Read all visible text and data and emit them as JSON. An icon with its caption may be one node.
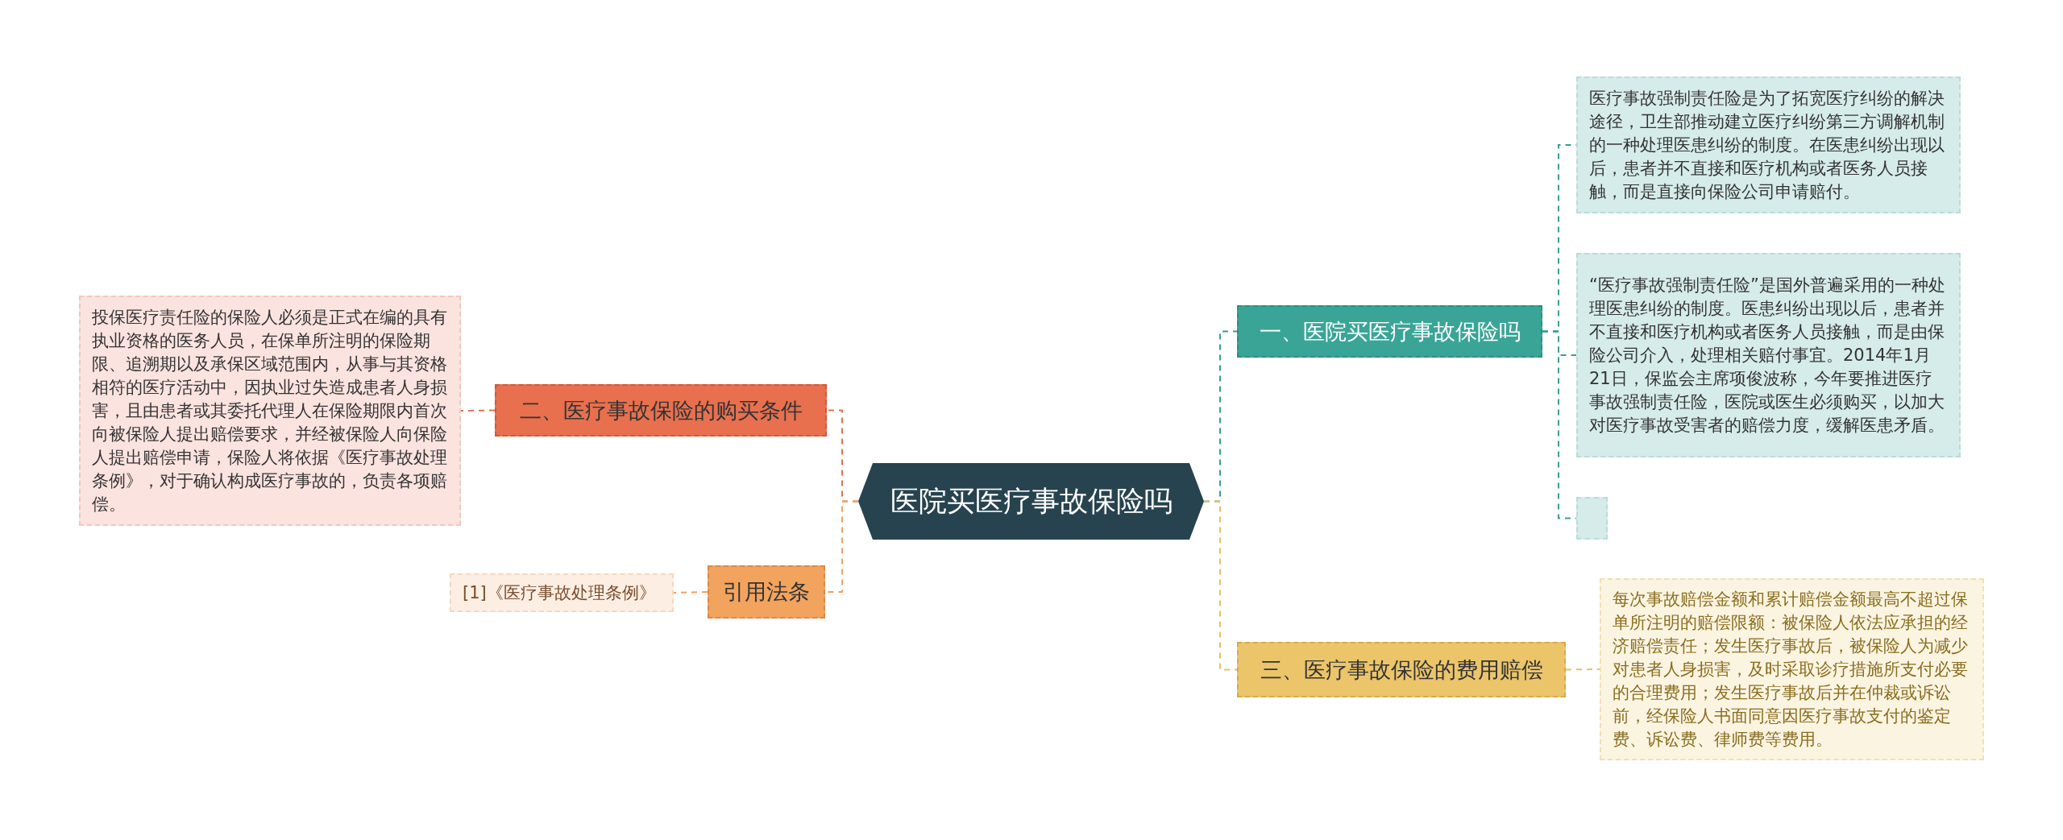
{
  "diagram": {
    "nodes": [
      {
        "text": [
          "医院买医疗事故保险吗"
        ]
      },
      {
        "text": [
          "一、医院买医疗事故保险吗"
        ]
      },
      {
        "text": [
          "医疗事故强制责任险是为了拓宽医疗纠纷的解决途径，卫生部推动建立医疗纠纷第三方调解机制的一种处理医患纠纷的制度。在医患纠纷出现以后，患者并不直接和医疗机构或者医务人员接触，而是直接向保险公司申请赔付。"
        ]
      },
      {
        "text": [
          "“医疗事故强制责任险”是国外普遍采用的一种处理医患纠纷的制度。医患纠纷出现以后，患者并不直接和医疗机构或者医务人员接触，而是由保险公司介入，处理相关赔付事宜。2014年1月21日，保监会主席项俊波称，今年要推进医疗事故强制责任险，医院或医生必须购买，以加大对医疗事故受害者的赔偿力度，缓解医患矛盾。"
        ]
      },
      {
        "text": [],
        "shape": "box"
      },
      {
        "text": [
          "二、医疗事故保险的购买条件"
        ]
      },
      {
        "text": [
          "投保医疗责任险的保险人必须是正式在编的具有执业资格的医务人员，在保单所注明的保险期限、追溯期以及承保区域范围内，从事与其资格相符的医疗活动中，因执业过失造成患者人身损害，且由患者或其委托代理人在保险期限内首次向被保险人提出赔偿要求，并经被保险人向保险人提出赔偿申请，保险人将依据《医疗事故处理条例》，对于确认构成医疗事故的，负责各项赔偿。"
        ]
      },
      {
        "text": [
          "引用法条"
        ]
      },
      {
        "text": [
          "[1]《医疗事故处理条例》"
        ]
      },
      {
        "text": [
          "三、医疗事故保险的费用赔偿"
        ]
      },
      {
        "text": [
          "每次事故赔偿金额和累计赔偿金额最高不超过保单所注明的赔偿限额：被保险人依法应承担的经济赔偿责任；发生医疗事故后，被保险人为减少对患者人身损害，及时采取诊疗措施所支付必要的合理费用；发生医疗事故后并在仲裁或诉讼前，经保险人书面同意因医疗事故支付的鉴定费、诉讼费、律师费等费用。"
        ]
      }
    ],
    "edges": [
      {
        "from": 0,
        "to": 1,
        "arrow": "none",
        "style": "dashed",
        "color": "#3a9e92"
      },
      {
        "from": 1,
        "to": 2,
        "arrow": "none",
        "style": "dashed",
        "color": "#3a9e92"
      },
      {
        "from": 1,
        "to": 3,
        "arrow": "none",
        "style": "dashed",
        "color": "#3a9e92"
      },
      {
        "from": 1,
        "to": 4,
        "arrow": "none",
        "style": "dashed",
        "color": "#3a9e92"
      },
      {
        "from": 0,
        "to": 5,
        "arrow": "none",
        "style": "dashed",
        "color": "#e2704f"
      },
      {
        "from": 5,
        "to": 6,
        "arrow": "none",
        "style": "dashed",
        "color": "#e2704f"
      },
      {
        "from": 0,
        "to": 7,
        "arrow": "none",
        "style": "dashed",
        "color": "#f0a060"
      },
      {
        "from": 7,
        "to": 8,
        "arrow": "none",
        "style": "dashed",
        "color": "#f0a060"
      },
      {
        "from": 0,
        "to": 9,
        "arrow": "none",
        "style": "dashed",
        "color": "#e8c062"
      },
      {
        "from": 9,
        "to": 10,
        "arrow": "none",
        "style": "dashed",
        "color": "#e8c062"
      }
    ]
  }
}
